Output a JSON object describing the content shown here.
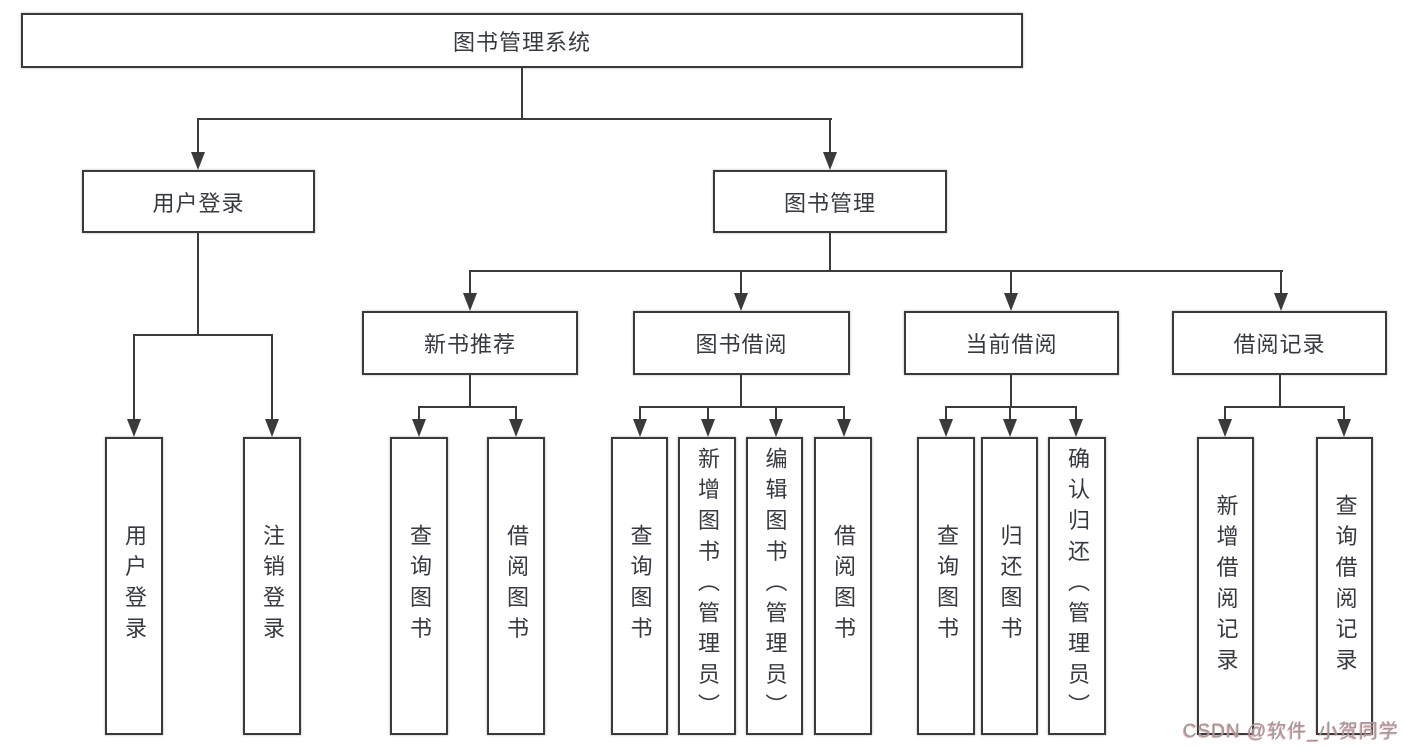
{
  "colors": {
    "line": "#3a3a3a",
    "text": "#363a40",
    "watermark": "#9b9b9b"
  },
  "nodes": {
    "root": {
      "label": "图书管理系统"
    },
    "user_login": {
      "label": "用户登录",
      "children": {
        "login": {
          "label": "用户登录"
        },
        "logout": {
          "label": "注销登录"
        }
      }
    },
    "book_mgmt": {
      "label": "图书管理",
      "children": {
        "new_book": {
          "label": "新书推荐",
          "children": {
            "query": {
              "label": "查询图书"
            },
            "borrow": {
              "label": "借阅图书"
            }
          }
        },
        "borrowing": {
          "label": "图书借阅",
          "children": {
            "query": {
              "label": "查询图书"
            },
            "add": {
              "label": "新增图书（管理员）"
            },
            "edit": {
              "label": "编辑图书（管理员）"
            },
            "borrow": {
              "label": "借阅图书"
            }
          }
        },
        "current": {
          "label": "当前借阅",
          "children": {
            "query": {
              "label": "查询图书"
            },
            "return": {
              "label": "归还图书"
            },
            "confirm": {
              "label": "确认归还（管理员）"
            }
          }
        },
        "records": {
          "label": "借阅记录",
          "children": {
            "add": {
              "label": "新增借阅记录"
            },
            "query": {
              "label": "查询借阅记录"
            }
          }
        }
      }
    }
  },
  "watermark": {
    "text": "CSDN @软件_小贺同学"
  }
}
